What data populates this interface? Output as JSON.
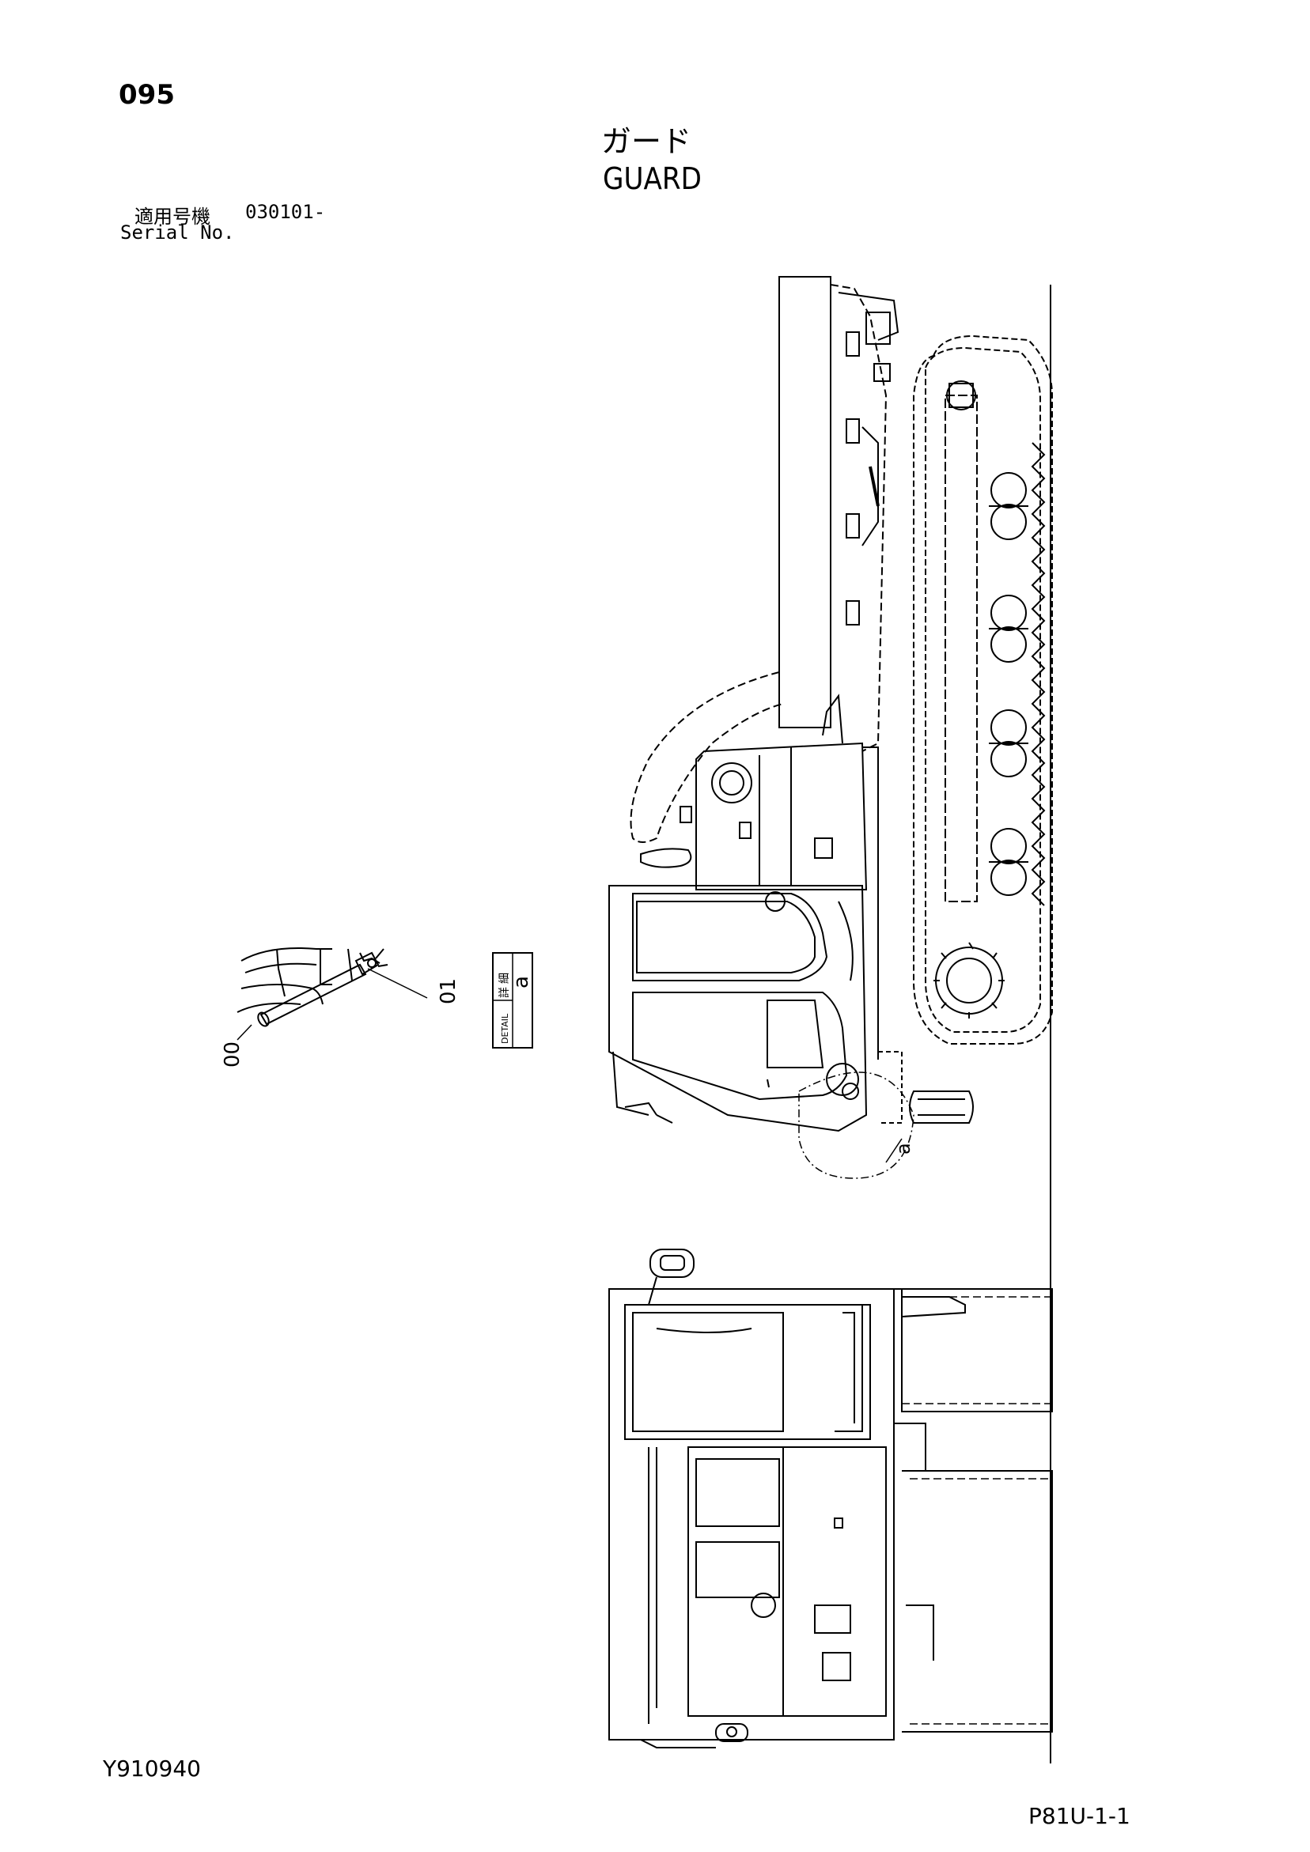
{
  "header": {
    "page_number": "095",
    "title_jp": "ガード",
    "title_en": "GUARD",
    "serial_label_jp": "適用号機",
    "serial_value": "030101-",
    "serial_label_en": "Serial No."
  },
  "detail": {
    "label_jp_1": "詳",
    "label_jp_2": "細",
    "label_en": "DETAIL",
    "letter": "a",
    "callout_letter": "a"
  },
  "parts": {
    "part_00": "00",
    "part_01": "01"
  },
  "footer": {
    "drawing_id": "Y910940",
    "sheet_ref": "P81U-1-1"
  }
}
